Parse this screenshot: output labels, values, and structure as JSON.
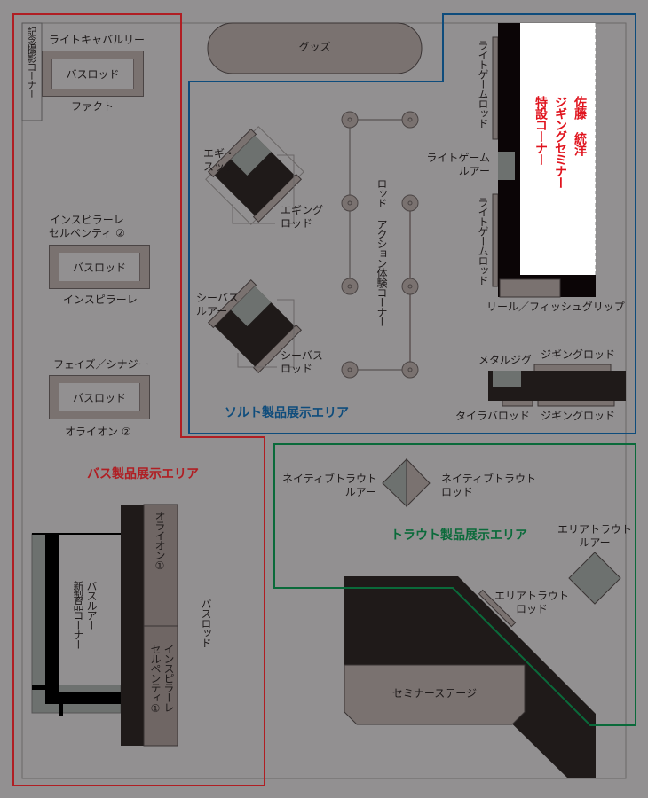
{
  "colors": {
    "background": "#929091",
    "bass_area": "#b01e23",
    "salt_area": "#0e4c7c",
    "trout_area": "#0a6a3a",
    "booth_dark": "#1f1a19",
    "table_gray": "#7a7270",
    "slate": "#6d716f",
    "white": "#ffffff",
    "seminar_red": "#e0141e"
  },
  "bass_area": {
    "title": "バス製品展示エリア",
    "photo_corner": "記念撮影コーナー",
    "tables": [
      {
        "top_label": "ライトキャバルリー",
        "center_label": "バスロッド",
        "bottom_label": "ファクト"
      },
      {
        "top_label": "インスピラーレ\nセルペンティ ②",
        "center_label": "バスロッド",
        "bottom_label": "インスピラーレ"
      },
      {
        "top_label": "フェイズ／シナジー",
        "center_label": "バスロッド",
        "bottom_label": "オライオン ②"
      }
    ],
    "new_products": "バスルアー\n新製品コーナー",
    "orion_1": "オライオン①",
    "inspirare_1": "インスピラーレ\nセルペンティ①",
    "bass_rod": "バスロッド"
  },
  "goods": {
    "label": "グッズ"
  },
  "salt_area": {
    "title": "ソルト製品展示エリア",
    "egi_sutte": "エギ・\nスッテ",
    "eging_rod": "エギング\nロッド",
    "seabass_lure": "シーバス\nルアー",
    "seabass_rod": "シーバス\nロッド",
    "rod_action_corner": "ロッド アクション体験コーナー",
    "light_game_rod_top": "ライトゲームロッド",
    "light_game_lure": "ライトゲーム\nルアー",
    "light_game_rod_bottom": "ライトゲームロッド",
    "seminar_corner": [
      "佐藤 統洋",
      "ジギングセミナー",
      "特設コーナー"
    ],
    "reel_grip": "リール／フィッシュグリップ",
    "metal_jig": "メタルジグ",
    "jigging_rod_top": "ジギングロッド",
    "tairaba_rod": "タイラバロッド",
    "jigging_rod_bottom": "ジギングロッド"
  },
  "trout_area": {
    "title": "トラウト製品展示エリア",
    "native_lure": "ネイティブトラウト\nルアー",
    "native_rod": "ネイティブトラウト\nロッド",
    "area_lure": "エリアトラウト\nルアー",
    "area_rod": "エリアトラウト\nロッド",
    "seminar_stage": "セミナーステージ"
  }
}
